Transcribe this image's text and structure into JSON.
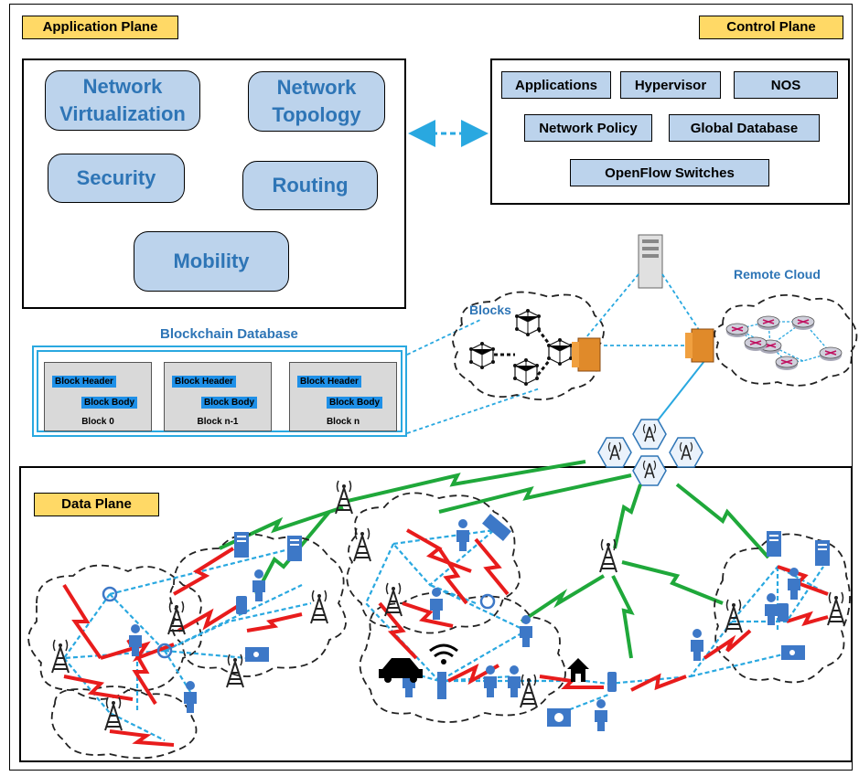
{
  "application_plane": {
    "tag": "Application Plane",
    "apps": [
      "Network Virtualization",
      "Network Topology",
      "Security",
      "Routing",
      "Mobility"
    ]
  },
  "control_plane": {
    "tag": "Control Plane",
    "items": [
      "Applications",
      "Hypervisor",
      "NOS",
      "Network Policy",
      "Global Database",
      "OpenFlow Switches"
    ]
  },
  "blockchain": {
    "title": "Blockchain Database",
    "blocks": [
      {
        "header": "Block Header",
        "body": "Block Body",
        "name": "Block 0"
      },
      {
        "header": "Block Header",
        "body": "Block Body",
        "name": "Block n-1"
      },
      {
        "header": "Block Header",
        "body": "Block Body",
        "name": "Block n"
      }
    ]
  },
  "labels": {
    "blocks": "Blocks",
    "remote_cloud": "Remote Cloud"
  },
  "data_plane": {
    "tag": "Data Plane"
  },
  "colors": {
    "tag_yellow": "#ffd966",
    "pill_blue": "#bcd3ec",
    "text_blue": "#2e75b6",
    "chain_blue": "#29a8e0",
    "link_cyan": "#29a8e0",
    "wireless_red": "#e81c1c",
    "wireless_green": "#1fa83a",
    "device_blue": "#3d78c7"
  }
}
